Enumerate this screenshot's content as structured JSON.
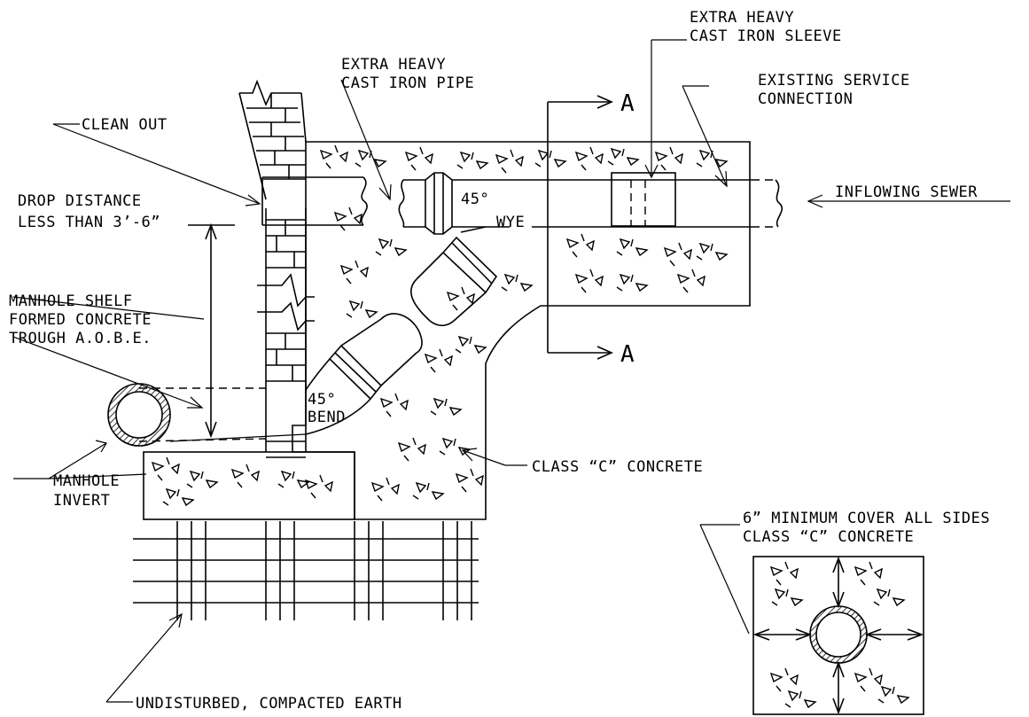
{
  "labels": {
    "clean_out": "CLEAN OUT",
    "drop_distance_1": "DROP DISTANCE",
    "drop_distance_2": "LESS THAN 3’-6”",
    "manhole_shelf_1": "MANHOLE SHELF",
    "manhole_shelf_2": "FORMED CONCRETE",
    "manhole_shelf_3": "TROUGH A.O.B.E.",
    "manhole_invert_1": "MANHOLE",
    "manhole_invert_2": "INVERT",
    "ci_pipe_1": "EXTRA HEAVY",
    "ci_pipe_2": "CAST IRON PIPE",
    "ci_sleeve_1": "EXTRA HEAVY",
    "ci_sleeve_2": "CAST IRON SLEEVE",
    "existing_service_1": "EXISTING SERVICE",
    "existing_service_2": "CONNECTION",
    "inflowing_sewer": "INFLOWING SEWER",
    "wye_angle": "45°",
    "wye": "WYE",
    "bend_angle": "45°",
    "bend": "BEND",
    "class_c_concrete": "CLASS “C” CONCRETE",
    "section_a_top": "A",
    "section_a_bottom": "A",
    "undisturbed_earth": "UNDISTURBED, COMPACTED EARTH",
    "min_cover_1": "6” MINIMUM COVER ALL SIDES",
    "min_cover_2": "CLASS “C” CONCRETE"
  }
}
